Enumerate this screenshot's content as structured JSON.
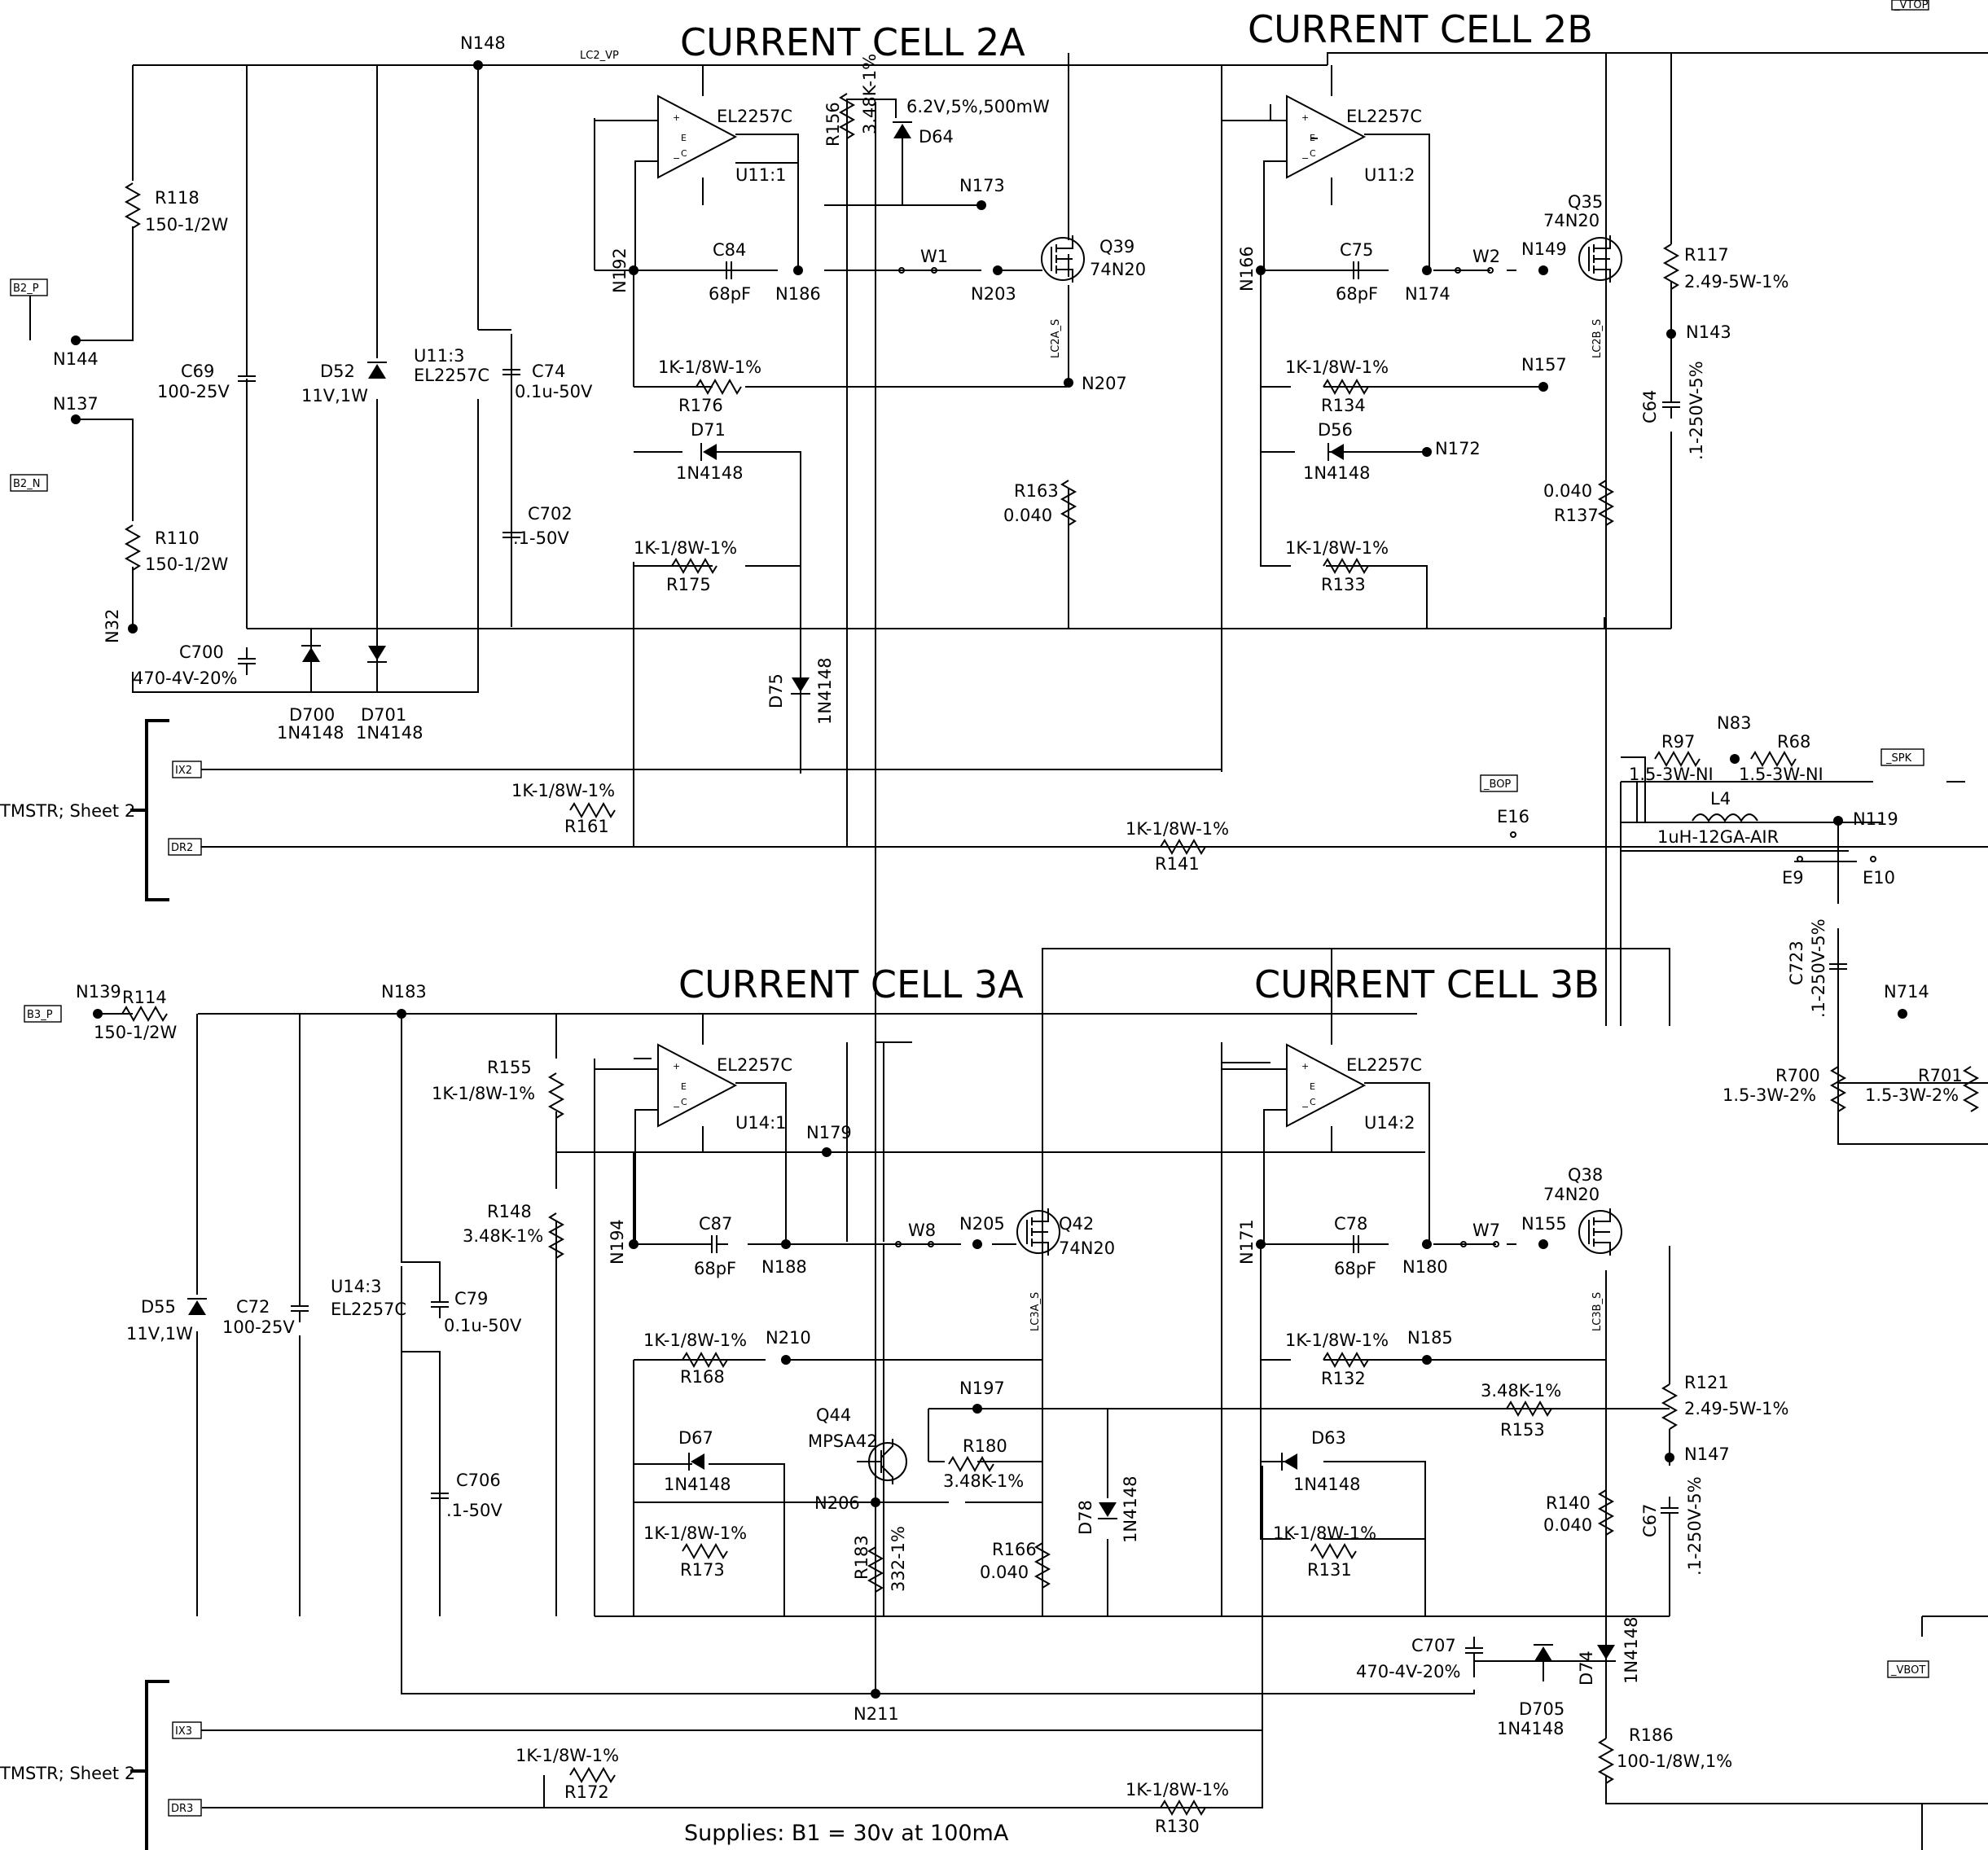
{
  "titles": {
    "cell_2a": "CURRENT CELL 2A",
    "cell_2b": "CURRENT CELL 2B",
    "cell_3a": "CURRENT CELL 3A",
    "cell_3b": "CURRENT CELL 3B"
  },
  "supplies_note": "Supplies:  B1 = 30v at 100mA",
  "sheet_refs": [
    "TMSTR; Sheet 2",
    "TMSTR; Sheet 2"
  ],
  "ports": {
    "b2_p": "B2_P",
    "b2_n": "B2_N",
    "b3_p": "B3_P",
    "ix2": "IX2",
    "dr2": "DR2",
    "ix3": "IX3",
    "dr3": "DR3",
    "bop": "_BOP",
    "spk": "_SPK",
    "vbot": "_VBOT",
    "vtop": "_VTOP"
  },
  "signals": {
    "lc2_vp": "LC2_VP",
    "lc2a_s": "LC2A_S",
    "lc2b_s": "LC2B_S",
    "lc3a_s": "LC3A_S",
    "lc3b_s": "LC3B_S"
  },
  "opamps": {
    "u11_1": {
      "part": "EL2257C",
      "ref": "U11:1"
    },
    "u11_2": {
      "part": "EL2257C",
      "ref": "U11:2"
    },
    "u14_1": {
      "part": "EL2257C",
      "ref": "U14:1"
    },
    "u14_2": {
      "part": "EL2257C",
      "ref": "U14:2"
    },
    "u11_3": {
      "ref": "U11:3",
      "part": "EL2257C"
    },
    "u14_3": {
      "ref": "U14:3",
      "part": "EL2257C"
    }
  },
  "transistors": {
    "q39": {
      "ref": "Q39",
      "part": "74N20"
    },
    "q35": {
      "ref": "Q35",
      "part": "74N20"
    },
    "q42": {
      "ref": "Q42",
      "part": "74N20"
    },
    "q38": {
      "ref": "Q38",
      "part": "74N20"
    },
    "q44": {
      "ref": "Q44",
      "part": "MPSA42"
    }
  },
  "resistors": {
    "r118": {
      "ref": "R118",
      "val": "150-1/2W"
    },
    "r110": {
      "ref": "R110",
      "val": "150-1/2W"
    },
    "r156": {
      "ref": "R156",
      "val": "3.48K-1%"
    },
    "r176": {
      "ref": "R176",
      "val": "1K-1/8W-1%"
    },
    "r175": {
      "ref": "R175",
      "val": "1K-1/8W-1%"
    },
    "r161": {
      "ref": "R161",
      "val": "1K-1/8W-1%"
    },
    "r141": {
      "ref": "R141",
      "val": "1K-1/8W-1%"
    },
    "r163": {
      "ref": "R163",
      "val": "0.040"
    },
    "r134": {
      "ref": "R134",
      "val": "1K-1/8W-1%"
    },
    "r133": {
      "ref": "R133",
      "val": "1K-1/8W-1%"
    },
    "r117": {
      "ref": "R117",
      "val": "2.49-5W-1%"
    },
    "r137": {
      "ref": "R137",
      "val": "0.040"
    },
    "r97": {
      "ref": "R97",
      "val": "1.5-3W-NI"
    },
    "r68": {
      "ref": "R68",
      "val": "1.5-3W-NI"
    },
    "r700": {
      "ref": "R700",
      "val": "1.5-3W-2%"
    },
    "r701": {
      "ref": "R701",
      "val": "1.5-3W-2%"
    },
    "r114": {
      "ref": "R114",
      "val": "150-1/2W"
    },
    "r155": {
      "ref": "R155",
      "val": "1K-1/8W-1%"
    },
    "r148": {
      "ref": "R148",
      "val": "3.48K-1%"
    },
    "r168": {
      "ref": "R168",
      "val": "1K-1/8W-1%"
    },
    "r173": {
      "ref": "R173",
      "val": "1K-1/8W-1%"
    },
    "r180": {
      "ref": "R180",
      "val": "3.48K-1%"
    },
    "r183": {
      "ref": "R183",
      "val": "332-1%"
    },
    "r166": {
      "ref": "R166",
      "val": "0.040"
    },
    "r172": {
      "ref": "R172",
      "val": "1K-1/8W-1%"
    },
    "r130": {
      "ref": "R130",
      "val": "1K-1/8W-1%"
    },
    "r132": {
      "ref": "R132",
      "val": "1K-1/8W-1%"
    },
    "r131": {
      "ref": "R131",
      "val": "1K-1/8W-1%"
    },
    "r153": {
      "ref": "R153",
      "val": "3.48K-1%"
    },
    "r121": {
      "ref": "R121",
      "val": "2.49-5W-1%"
    },
    "r140": {
      "ref": "R140",
      "val": "0.040"
    },
    "r186": {
      "ref": "R186",
      "val": "100-1/8W,1%"
    }
  },
  "capacitors": {
    "c69": {
      "ref": "C69",
      "val": "100-25V"
    },
    "c74": {
      "ref": "C74",
      "val": "0.1u-50V"
    },
    "c702": {
      "ref": "C702",
      "val": ".1-50V"
    },
    "c700": {
      "ref": "C700",
      "val": "470-4V-20%"
    },
    "c84": {
      "ref": "C84",
      "val": "68pF"
    },
    "c75": {
      "ref": "C75",
      "val": "68pF"
    },
    "c64": {
      "ref": "C64",
      "val": ".1-250V-5%"
    },
    "c723": {
      "ref": "C723",
      "val": ".1-250V-5%"
    },
    "c72": {
      "ref": "C72",
      "val": "100-25V"
    },
    "c79": {
      "ref": "C79",
      "val": "0.1u-50V"
    },
    "c706": {
      "ref": "C706",
      "val": ".1-50V"
    },
    "c87": {
      "ref": "C87",
      "val": "68pF"
    },
    "c78": {
      "ref": "C78",
      "val": "68pF"
    },
    "c67": {
      "ref": "C67",
      "val": ".1-250V-5%"
    },
    "c707": {
      "ref": "C707",
      "val": "470-4V-20%"
    }
  },
  "diodes": {
    "d52": {
      "ref": "D52",
      "val": "11V,1W"
    },
    "d64": {
      "ref": "D64",
      "val": "6.2V,5%,500mW"
    },
    "d71": {
      "ref": "D71",
      "val": "1N4148"
    },
    "d75": {
      "ref": "D75",
      "val": "1N4148"
    },
    "d700": {
      "ref": "D700",
      "val": "1N4148"
    },
    "d701": {
      "ref": "D701",
      "val": "1N4148"
    },
    "d56": {
      "ref": "D56",
      "val": "1N4148"
    },
    "d55": {
      "ref": "D55",
      "val": "11V,1W"
    },
    "d67": {
      "ref": "D67",
      "val": "1N4148"
    },
    "d78": {
      "ref": "D78",
      "val": "1N4148"
    },
    "d63": {
      "ref": "D63",
      "val": "1N4148"
    },
    "d705": {
      "ref": "D705",
      "val": "1N4148"
    },
    "d74": {
      "ref": "D74",
      "val": "1N4148"
    }
  },
  "inductor_l4": {
    "ref": "L4",
    "val": "1uH-12GA-AIR"
  },
  "nodes": {
    "n148": "N148",
    "n144": "N144",
    "n137": "N137",
    "n32": "N32",
    "n192": "N192",
    "n186": "N186",
    "n173": "N173",
    "n203": "N203",
    "n207": "N207",
    "n166": "N166",
    "n174": "N174",
    "n149": "N149",
    "n157": "N157",
    "n172": "N172",
    "n143": "N143",
    "n83": "N83",
    "n119": "N119",
    "n714": "N714",
    "n139": "N139",
    "n183": "N183",
    "n179": "N179",
    "n194": "N194",
    "n188": "N188",
    "n205": "N205",
    "n210": "N210",
    "n197": "N197",
    "n206": "N206",
    "n211": "N211",
    "n171": "N171",
    "n180": "N180",
    "n155": "N155",
    "n185": "N185",
    "n147": "N147"
  },
  "links": {
    "w1": "W1",
    "w2": "W2",
    "w8": "W8",
    "w7": "W7"
  },
  "test_points": {
    "e16": "E16",
    "e9": "E9",
    "e10": "E10"
  }
}
